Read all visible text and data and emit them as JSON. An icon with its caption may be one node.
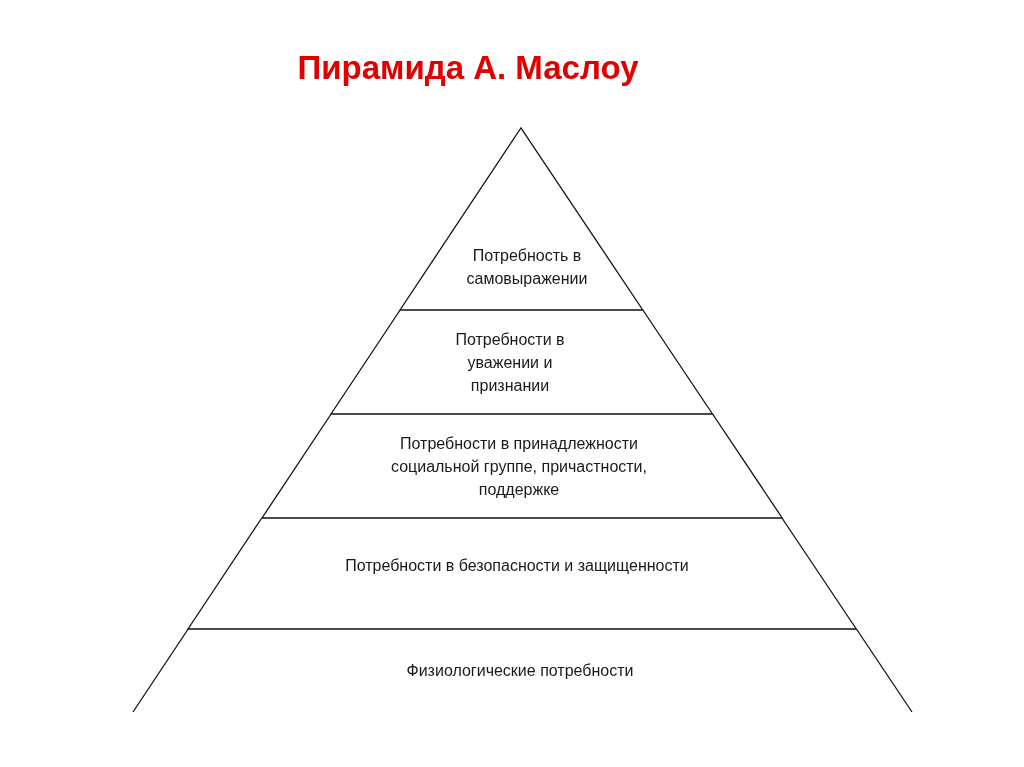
{
  "diagram": {
    "title": "Пирамида А. Маслоу",
    "nodes": [
      {
        "text": [
          "Потребность в самовыражении"
        ]
      },
      {
        "text": [
          "Потребности в уважении и признании"
        ]
      },
      {
        "text": [
          "Потребности в принадлежности социальной группе, причастности, поддержке"
        ]
      },
      {
        "text": [
          "Потребности в безопасности и защищенности"
        ]
      },
      {
        "text": [
          "Физиологические потребности"
        ]
      }
    ]
  }
}
